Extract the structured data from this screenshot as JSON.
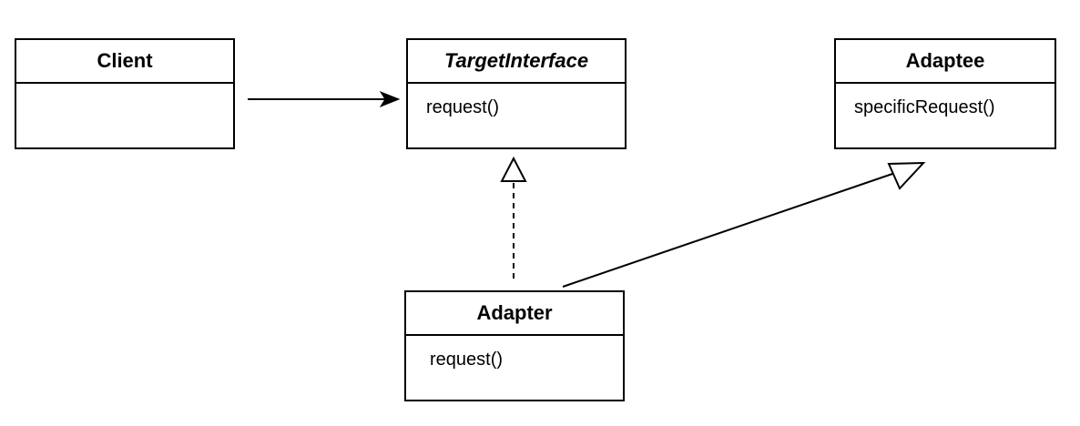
{
  "diagram": {
    "type": "uml-class-diagram",
    "classes": [
      {
        "id": "client",
        "name": "Client",
        "italic": false,
        "members": []
      },
      {
        "id": "target",
        "name": "TargetInterface",
        "italic": true,
        "members": [
          "request()"
        ]
      },
      {
        "id": "adaptee",
        "name": "Adaptee",
        "italic": false,
        "members": [
          "specificRequest()"
        ]
      },
      {
        "id": "adapter",
        "name": "Adapter",
        "italic": false,
        "members": [
          "request()"
        ]
      }
    ],
    "relations": [
      {
        "from": "Client",
        "to": "TargetInterface",
        "kind": "association",
        "line": "solid",
        "head": "open-arrow"
      },
      {
        "from": "Adapter",
        "to": "TargetInterface",
        "kind": "realization",
        "line": "dashed",
        "head": "hollow-triangle"
      },
      {
        "from": "Adapter",
        "to": "Adaptee",
        "kind": "generalization",
        "line": "solid",
        "head": "hollow-triangle"
      }
    ],
    "colors": {
      "stroke": "#000000",
      "fill": "#ffffff",
      "text": "#000000"
    }
  }
}
